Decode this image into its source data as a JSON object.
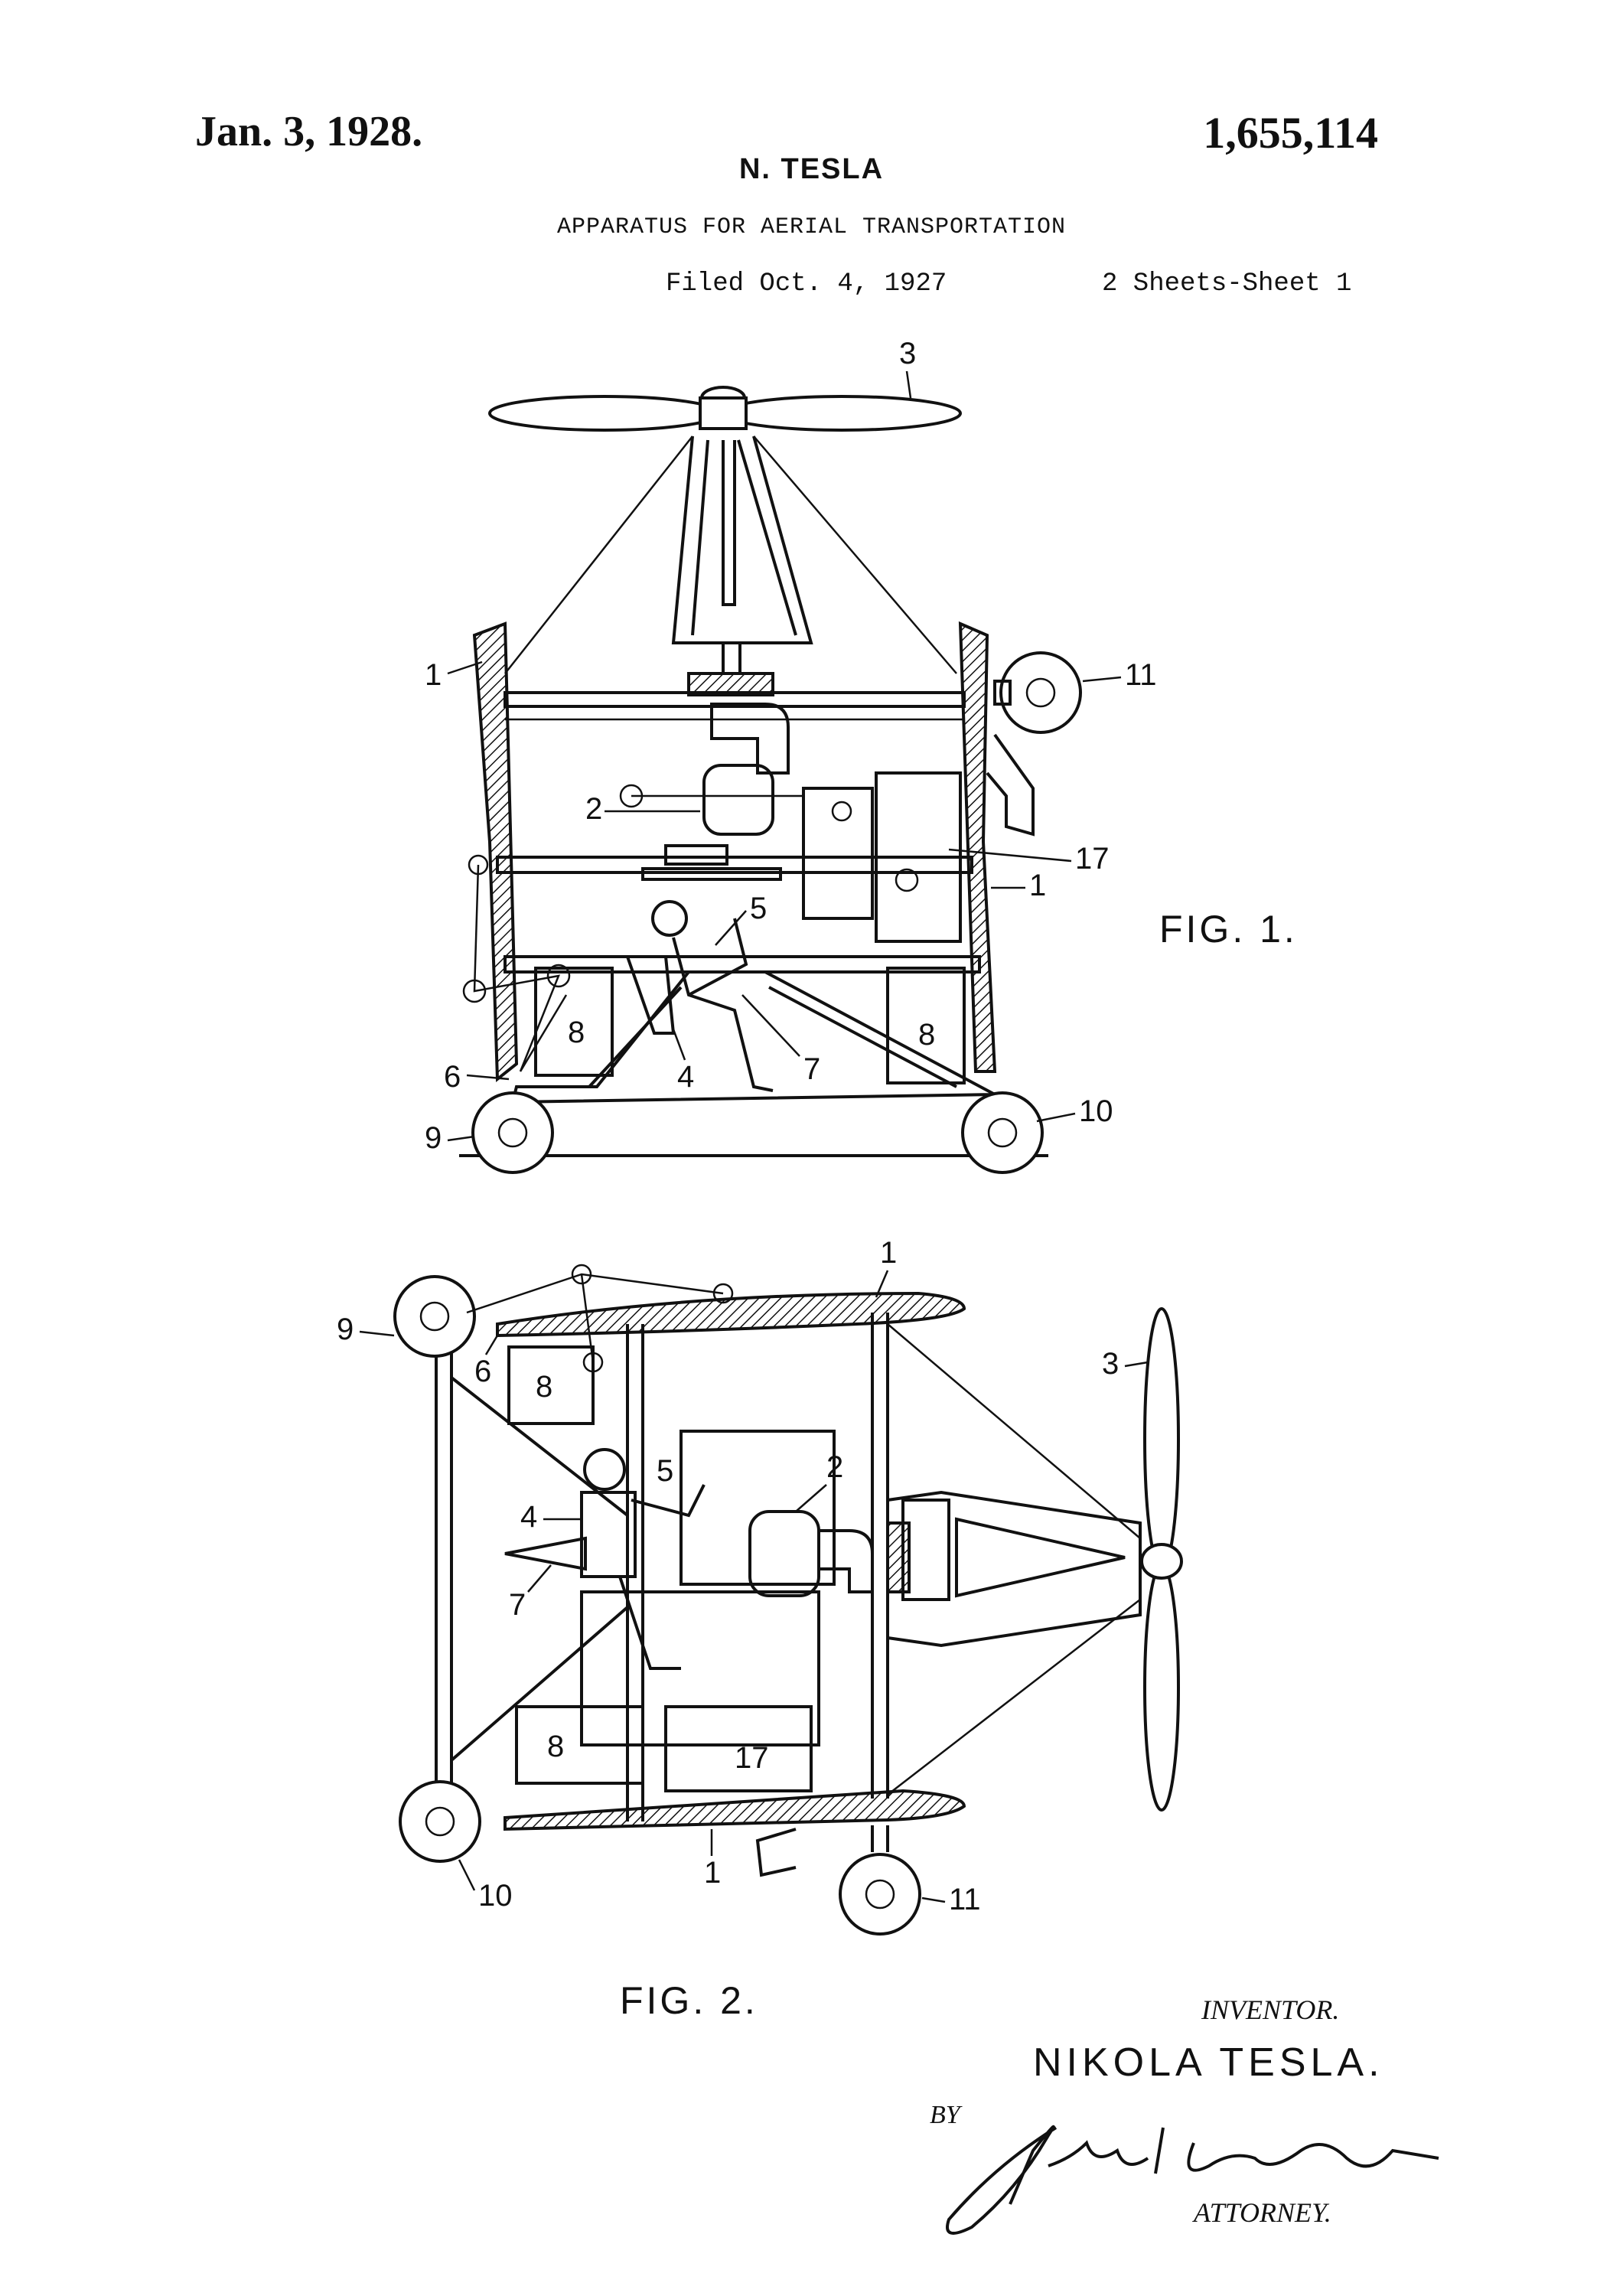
{
  "header": {
    "date": "Jan. 3, 1928.",
    "patent_number": "1,655,114",
    "inventor_short": "N. TESLA",
    "title": "APPARATUS FOR AERIAL TRANSPORTATION",
    "filed": "Filed Oct. 4, 1927",
    "sheets": "2 Sheets-Sheet 1"
  },
  "figures": {
    "fig1_label": "FIG. 1.",
    "fig2_label": "FIG. 2.",
    "fig1_refs": [
      "3",
      "1",
      "11",
      "2",
      "17",
      "1",
      "5",
      "8",
      "8",
      "4",
      "7",
      "6",
      "9",
      "10"
    ],
    "fig2_refs": [
      "1",
      "9",
      "6",
      "8",
      "3",
      "5",
      "2",
      "4",
      "7",
      "8",
      "17",
      "1",
      "10",
      "11"
    ]
  },
  "footer": {
    "inventor_caption": "INVENTOR.",
    "inventor_name": "NIKOLA TESLA.",
    "by_label": "BY",
    "attorney_caption": "ATTORNEY."
  }
}
